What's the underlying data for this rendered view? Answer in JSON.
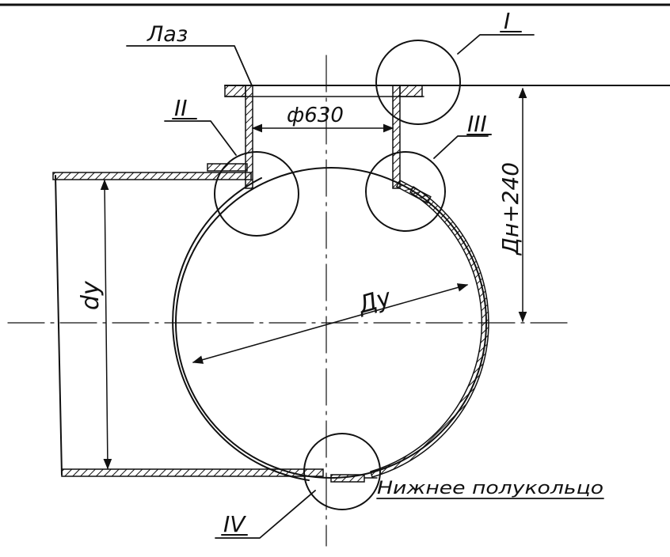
{
  "labels": {
    "manhole": "Лаз",
    "detail_I": "I",
    "detail_II": "II",
    "detail_III": "III",
    "detail_IV": "IV",
    "opening_diameter": "ф630",
    "height_dim": "Дн+240",
    "outer_diameter": "Ду",
    "inner_diameter": "dу",
    "bottom_half_ring": "Нижнее полукольцо"
  }
}
